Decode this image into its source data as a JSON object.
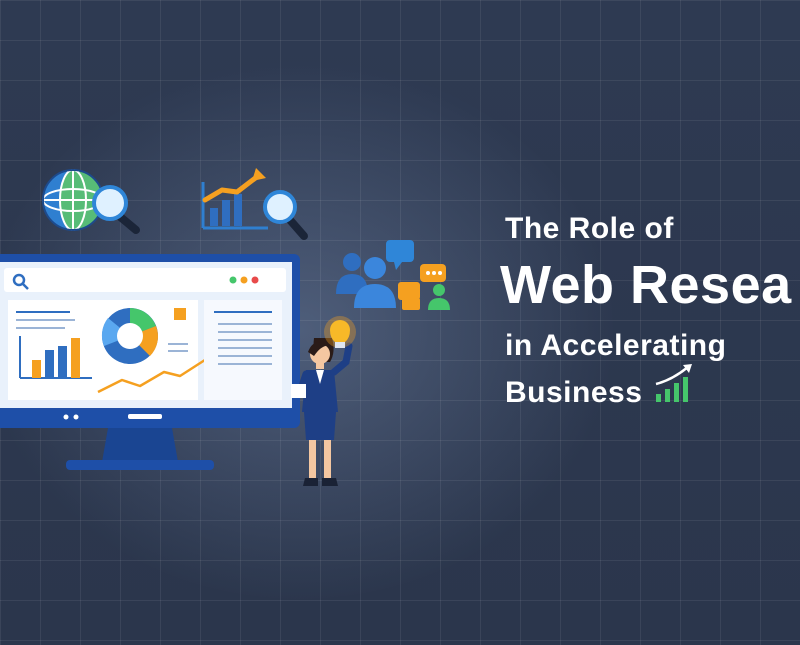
{
  "headline": {
    "line1": "The Role of",
    "line2": "Web Resea",
    "line3": "in Accelerating",
    "line4": "Business"
  },
  "colors": {
    "background": "#2e3a52",
    "monitor_blue": "#1e4fa8",
    "accent_orange": "#f5a020",
    "accent_green": "#45c66b",
    "accent_red": "#e84a4a",
    "text": "#ffffff"
  },
  "icons": [
    "globe-search-icon",
    "chart-search-icon",
    "team-chat-icon",
    "lightbulb-icon",
    "growth-chart-icon"
  ]
}
